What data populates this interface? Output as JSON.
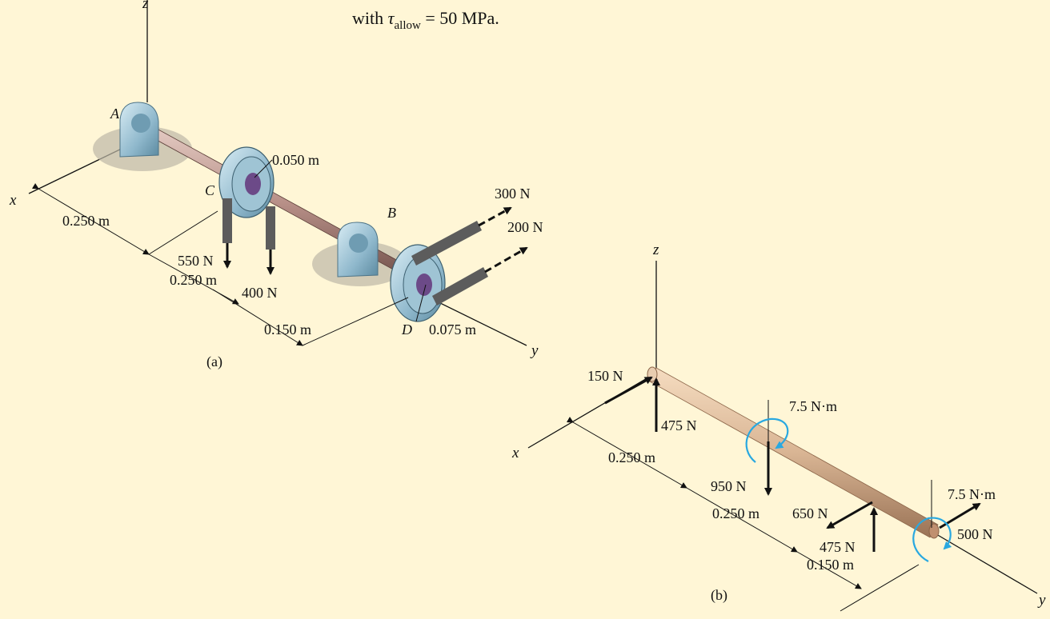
{
  "header": {
    "prefix": "with ",
    "tau": "τ",
    "sub": "allow",
    "value": " =  50 MPa."
  },
  "fig_a": {
    "caption": "(a)",
    "axes": {
      "x": "x",
      "y": "y",
      "z": "z"
    },
    "points": {
      "A": "A",
      "B": "B",
      "C": "C",
      "D": "D"
    },
    "dims": {
      "d1": "0.250 m",
      "d2": "0.250 m",
      "d3": "0.150 m"
    },
    "radii": {
      "rc": "0.050 m",
      "rd": "0.075 m"
    },
    "forces": {
      "f550": "550 N",
      "f400": "400 N",
      "f300": "300 N",
      "f200": "200 N"
    }
  },
  "fig_b": {
    "caption": "(b)",
    "axes": {
      "x": "x",
      "y": "y",
      "z": "z"
    },
    "dims": {
      "d1": "0.250 m",
      "d2": "0.250 m",
      "d3": "0.150 m"
    },
    "forces": {
      "f150": "150 N",
      "f475a": "475 N",
      "f950": "950 N",
      "f650": "650 N",
      "f475b": "475 N",
      "f500": "500 N"
    },
    "torques": {
      "t1": "7.5 N·m",
      "t2": "7.5 N·m"
    }
  },
  "colors": {
    "background": "#fff6d6",
    "shaft": "#b89088",
    "bearing": "#8fb8cc",
    "rod_b": "#d9b594",
    "torque": "#29a8e0",
    "shadow": "#bdb8a6"
  }
}
